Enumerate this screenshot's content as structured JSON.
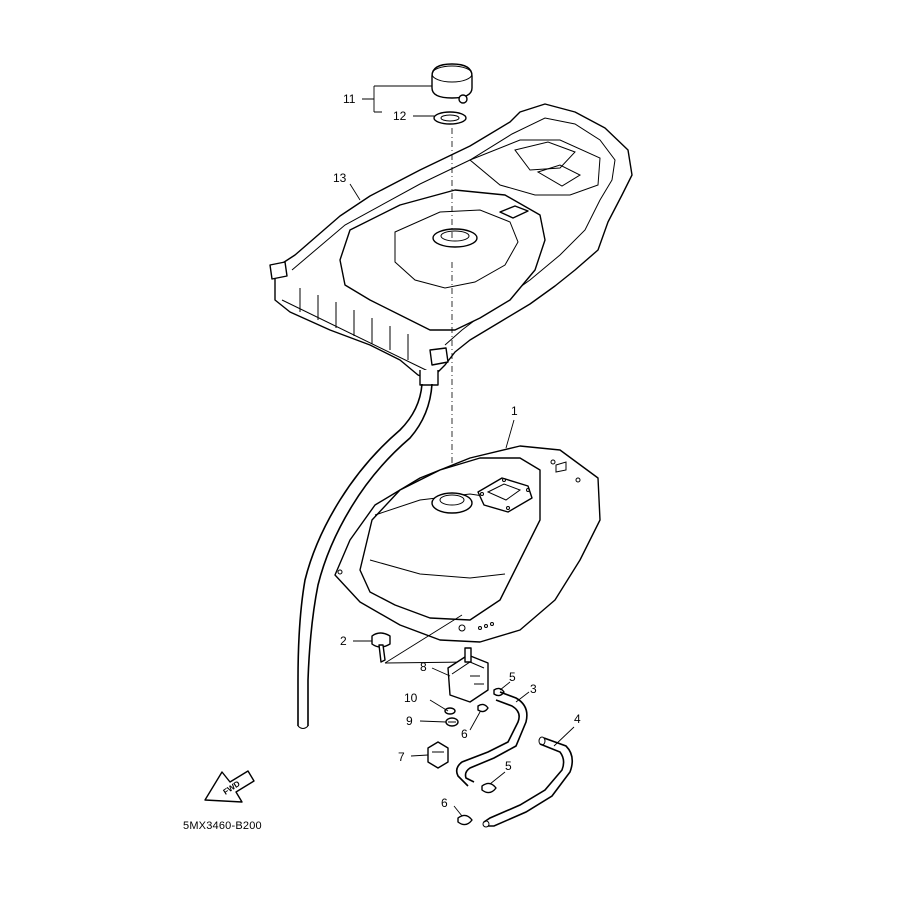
{
  "diagram": {
    "drawing_code": "5MX3460-B200",
    "fwd_label": "FWD",
    "callouts": [
      {
        "id": "c1",
        "label": "1"
      },
      {
        "id": "c2",
        "label": "2"
      },
      {
        "id": "c3",
        "label": "3"
      },
      {
        "id": "c4",
        "label": "4"
      },
      {
        "id": "c5a",
        "label": "5"
      },
      {
        "id": "c5b",
        "label": "5"
      },
      {
        "id": "c6a",
        "label": "6"
      },
      {
        "id": "c6b",
        "label": "6"
      },
      {
        "id": "c7",
        "label": "7"
      },
      {
        "id": "c8",
        "label": "8"
      },
      {
        "id": "c9",
        "label": "9"
      },
      {
        "id": "c10",
        "label": "10"
      },
      {
        "id": "c11",
        "label": "11"
      },
      {
        "id": "c12",
        "label": "12"
      },
      {
        "id": "c13",
        "label": "13"
      }
    ]
  }
}
